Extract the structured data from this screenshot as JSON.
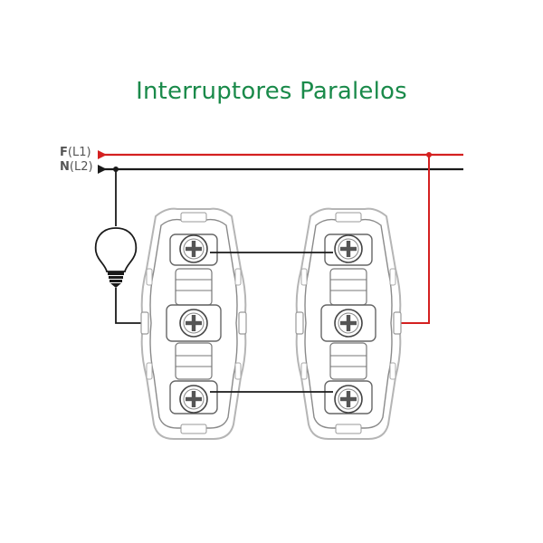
{
  "title": "Interruptores Paralelos",
  "lines": [
    {
      "letter": "F",
      "suffix": "(L1)",
      "color": "#d42020"
    },
    {
      "letter": "N",
      "suffix": "(L2)",
      "color": "#1a1a1a"
    }
  ],
  "colors": {
    "title": "#1a8a4a",
    "phase": "#d42020",
    "neutral": "#1a1a1a",
    "device": "#b5b5b5"
  },
  "components": [
    "light-bulb",
    "switch-left",
    "switch-right"
  ]
}
